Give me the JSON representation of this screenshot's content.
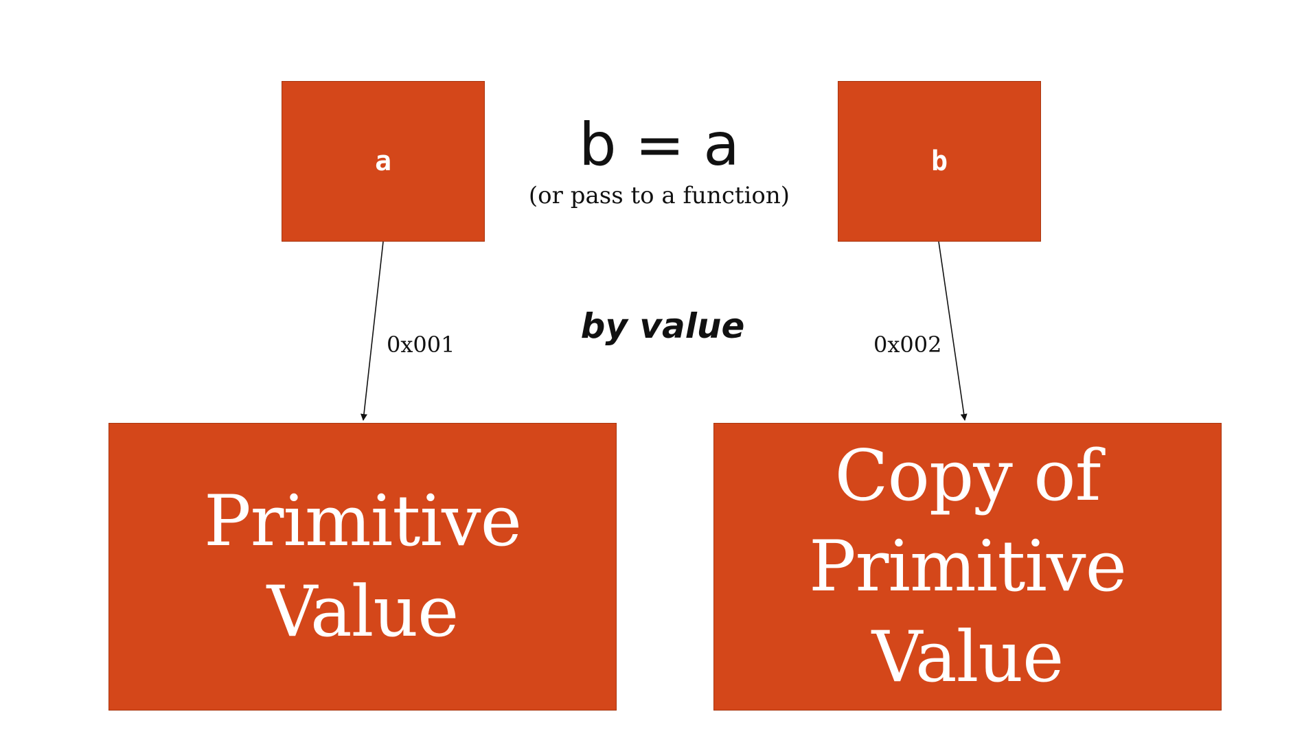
{
  "variables": {
    "a_label": "a",
    "b_label": "b"
  },
  "assignment": {
    "expression": "b = a",
    "note": "(or pass to a function)"
  },
  "mode": "by value",
  "addresses": {
    "a": "0x001",
    "b": "0x002"
  },
  "values": {
    "original_line1": "Primitive",
    "original_line2": "Value",
    "copy_line1": "Copy of",
    "copy_line2": "Primitive",
    "copy_line3": "Value"
  },
  "colors": {
    "box_fill": "#D4471A",
    "box_text": "#ffffff",
    "text": "#111111",
    "background": "#ffffff"
  }
}
